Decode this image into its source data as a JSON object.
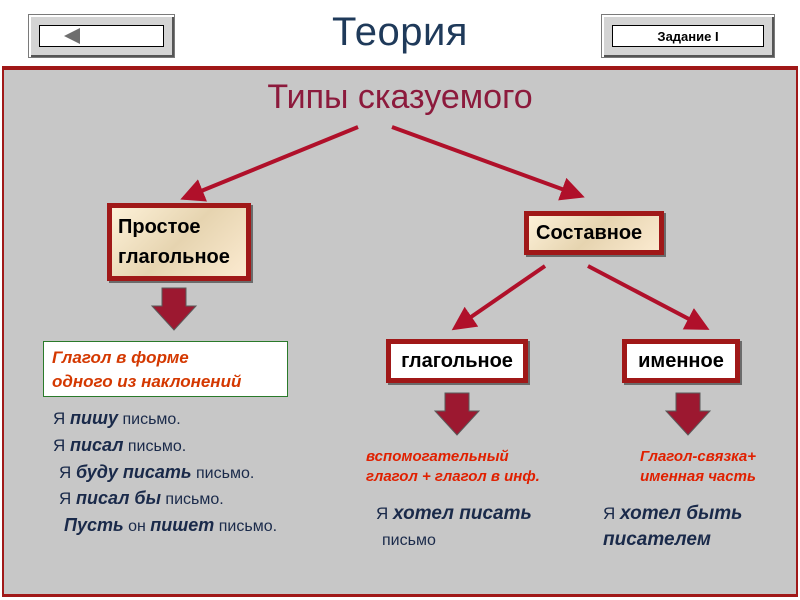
{
  "header": {
    "title": "Теория",
    "next_button_label": "Задание I",
    "back_button_icon": "triangle-left-icon"
  },
  "diagram": {
    "title": "Типы сказуемого",
    "simple": {
      "line1": "Простое",
      "line2": "глагольное",
      "definition_line1": "Глагол в форме",
      "definition_line2": "одного из наклонений",
      "examples": [
        {
          "pre": "Я ",
          "pred": "пишу",
          "post": " письмо."
        },
        {
          "pre": "Я ",
          "pred": "писал",
          "post": " письмо."
        },
        {
          "pre": "Я ",
          "pred": "буду писать",
          "post": " письмо."
        },
        {
          "pre": "Я ",
          "pred": "писал бы",
          "post": " письмо."
        },
        {
          "pre": "",
          "pred": "Пусть",
          "mid": " он ",
          "pred2": "пишет",
          "post": " письмо."
        }
      ]
    },
    "compound": {
      "label": "Составное",
      "verbal": {
        "label": "глагольное",
        "note_line1": "вспомогательный",
        "note_line2": "глагол + глагол в инф.",
        "example_pre": "Я ",
        "example_pred": "хотел писать",
        "example_post": "письмо"
      },
      "nominal": {
        "label": "именное",
        "note_line1": "Глагол-связка+",
        "note_line2": "именная часть",
        "example_pre": "Я ",
        "example_pred_line1": "хотел быть",
        "example_pred_line2": "писателем"
      }
    }
  },
  "colors": {
    "frame": "#a01818",
    "panel": "#c7c7c7",
    "arrow": "#b0102a",
    "note": "#e02000",
    "title": "#8c1a3c"
  }
}
